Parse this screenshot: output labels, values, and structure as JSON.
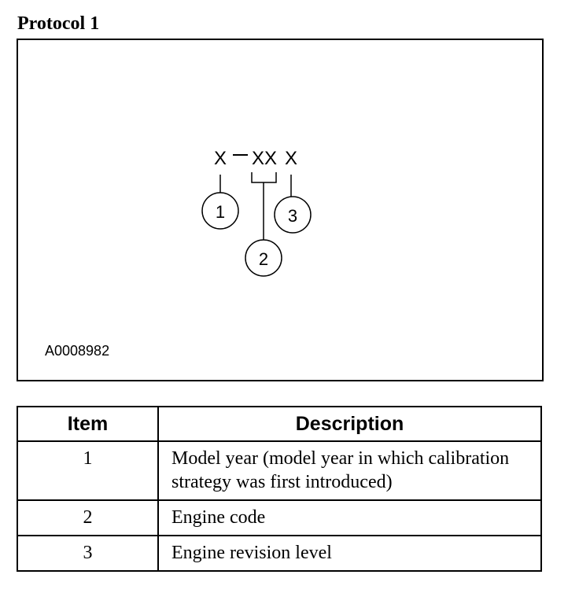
{
  "heading": "Protocol 1",
  "figure": {
    "code_chars": [
      "X",
      "XX",
      "X"
    ],
    "callouts": [
      "1",
      "2",
      "3"
    ],
    "figure_id": "A0008982"
  },
  "table": {
    "headers": {
      "item": "Item",
      "description": "Description"
    },
    "rows": [
      {
        "item": "1",
        "description": "Model year (model year in which calibration strategy was first introduced)"
      },
      {
        "item": "2",
        "description": "Engine code"
      },
      {
        "item": "3",
        "description": "Engine revision level"
      }
    ]
  }
}
